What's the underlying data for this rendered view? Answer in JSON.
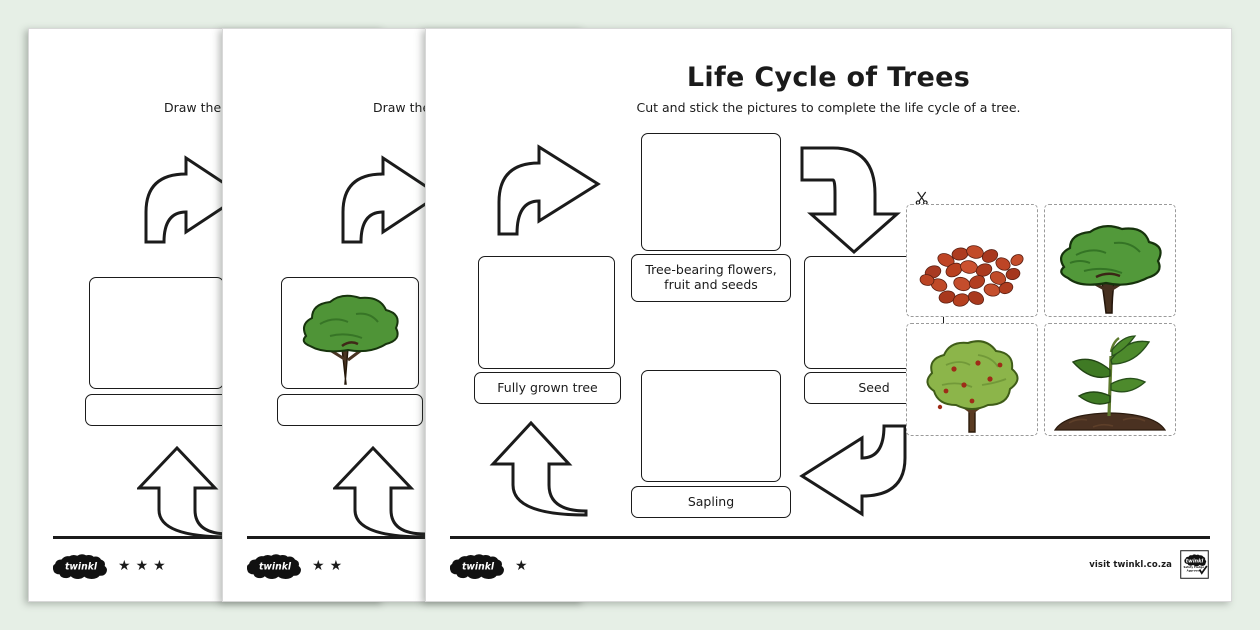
{
  "background_color": "#e6efe6",
  "sheets": [
    {
      "id": "sheet-back",
      "instruction": "Draw the pi",
      "stars": 3,
      "star_glyph": "★"
    },
    {
      "id": "sheet-mid",
      "instruction": "Draw the",
      "stars": 2,
      "star_glyph": "★"
    }
  ],
  "front": {
    "title": "Life Cycle of Trees",
    "subtitle": "Cut and stick the pictures to complete the life cycle of a tree.",
    "cycle": {
      "stages": [
        {
          "position": "top",
          "label": "Tree-bearing flowers, fruit and seeds",
          "picture_box_empty": true
        },
        {
          "position": "right",
          "label": "Seed",
          "picture_box_empty": true
        },
        {
          "position": "bottom",
          "label": "Sapling",
          "picture_box_empty": true
        },
        {
          "position": "left",
          "label": "Fully grown tree",
          "picture_box_empty": true
        }
      ],
      "arrows": [
        {
          "name": "arrow-left-to-top",
          "direction": "right-up"
        },
        {
          "name": "arrow-top-to-right",
          "direction": "down"
        },
        {
          "name": "arrow-right-to-bottom",
          "direction": "left"
        },
        {
          "name": "arrow-bottom-to-left",
          "direction": "up"
        }
      ]
    },
    "cutouts": {
      "scissors_icon": "scissors-icon",
      "cards": [
        {
          "name": "card-seeds",
          "image": "pile-of-seeds"
        },
        {
          "name": "card-fully-grown-tree",
          "image": "mature-green-tree"
        },
        {
          "name": "card-fruiting-tree",
          "image": "tree-with-fruit"
        },
        {
          "name": "card-sapling",
          "image": "seedling-in-soil"
        }
      ]
    },
    "footer": {
      "logo": "twinkl-logo",
      "logo_text": "twinkl",
      "stars": 1,
      "star_glyph": "★",
      "visit_text": "visit twinkl.co.za",
      "badge": "twinkl-approved-badge"
    }
  }
}
